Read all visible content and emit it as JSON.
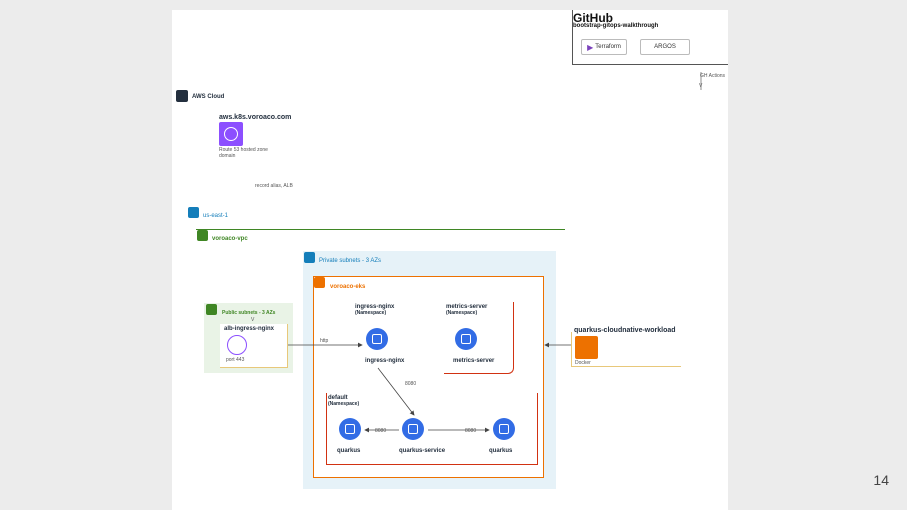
{
  "slide_number": "14",
  "github": {
    "logo": "GitHub",
    "repo": "bootstrap-gitops-walkthrough",
    "buttons": [
      "Terraform",
      "ARGOS"
    ],
    "actions_label": "GH Actions",
    "arrow": "V"
  },
  "aws": {
    "cloud_label": "AWS Cloud",
    "domain": "aws.k8s.voroaco.com",
    "domain_sub": [
      "Route 53 hosted zone",
      "domain"
    ],
    "note": "record alias, ALB",
    "region": "us-east-1",
    "vpc": "voroaco-vpc",
    "private_subnets": "Private subnets - 3 AZs",
    "eks": "voroaco-eks",
    "public_subnets": "Public subnets - 3 AZs",
    "public_arrow": "V",
    "alb_title": "alb-ingress-nginx",
    "alb_sub": "port 443",
    "http_label": "http",
    "ingress_ns_title": "ingress-nginx",
    "ingress_ns_sub": "(Namespace)",
    "ingress_node": "ingress-nginx",
    "metrics_ns_title": "metrics-server",
    "metrics_ns_sub": "(Namespace)",
    "metrics_node": "metrics-server",
    "port_8080_a": "8080",
    "default_ns_title": "default",
    "default_ns_sub": "(Namespace)",
    "quarkus_left": "quarkus",
    "quarkus_service": "quarkus-service",
    "quarkus_right": "quarkus",
    "port_8080_b": "8080",
    "port_8080_c": "8080",
    "workload_title": "quarkus-cloudnative-workload",
    "workload_sub": "Docker"
  },
  "colors": {
    "aws_orange": "#ed7100",
    "vpc_green": "#3f8624",
    "subnet_teal": "#147eba",
    "k8s_blue": "#326ce5",
    "route53_purple": "#8c4fff",
    "eks_red": "#e05243"
  },
  "icons": [
    "github-logo",
    "terraform-icon",
    "aws-cloud-icon",
    "route53-icon",
    "region-flag-icon",
    "vpc-icon",
    "subnet-lock-icon",
    "eks-icon",
    "alb-icon",
    "k8s-service-icon",
    "k8s-pod-icon",
    "docker-image-icon"
  ]
}
